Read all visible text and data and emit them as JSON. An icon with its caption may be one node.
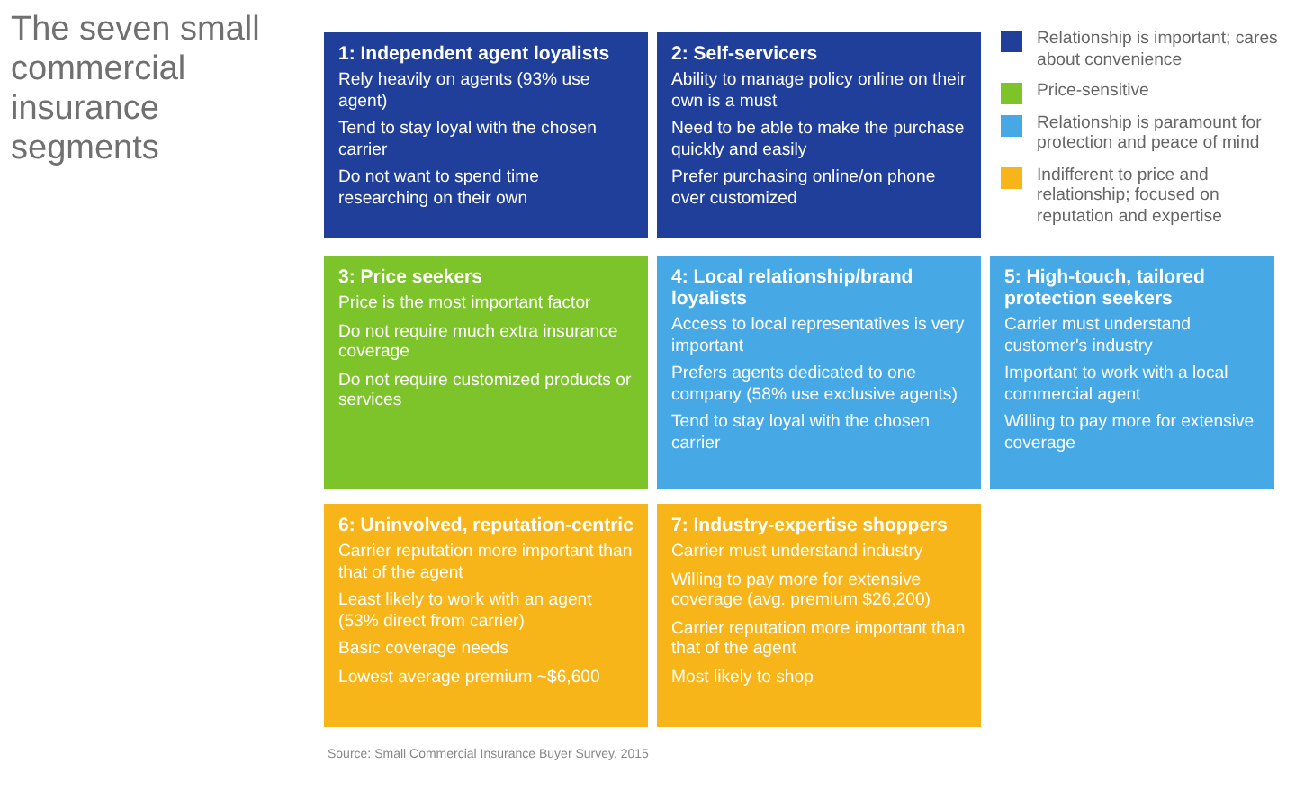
{
  "diagram": {
    "title": "The seven small commercial insurance segments",
    "caption": "Source: Small Commercial Insurance Buyer Survey, 2015",
    "nodes": [
      {
        "text": [
          "1: Independent agent loyalists",
          "Rely heavily on agents (93% use agent)",
          "Tend to stay loyal with the chosen carrier",
          "Do not want to spend time researching on their own"
        ]
      },
      {
        "text": [
          "2: Self-servicers",
          "Ability to manage policy online on their own is a must",
          "Need to be able to make the purchase quickly and easily",
          "Prefer purchasing online/on phone over customized"
        ]
      },
      {
        "text": [
          "3: Price seekers",
          "Price is the most important factor",
          "Do not require much extra insurance coverage",
          "Do not require customized products or services"
        ]
      },
      {
        "text": [
          "4: Local relationship/brand loyalists",
          "Access to local representatives is very important",
          "Prefers agents dedicated to one company (58% use exclusive agents)",
          "Tend to stay loyal with the chosen carrier"
        ]
      },
      {
        "text": [
          "5: High-touch, tailored protection seekers",
          "Carrier must understand customer's industry",
          "Important to work with a local commercial agent",
          "Willing to pay more for extensive coverage"
        ]
      },
      {
        "text": [
          "6: Uninvolved, reputation-centric",
          "Carrier reputation more important than that of the agent",
          "Least likely to work with an agent (53% direct from carrier)",
          "Basic coverage needs",
          "Lowest average premium ~$6,600"
        ]
      },
      {
        "text": [
          "7: Industry-expertise shoppers",
          "Carrier must understand industry",
          "Willing to pay more for extensive coverage (avg. premium $26,200)",
          "Carrier reputation more important than that of the agent",
          "Most likely to shop"
        ]
      }
    ],
    "legend": [
      {
        "text": "Relationship is important; cares about convenience",
        "color": "#1f3f9a"
      },
      {
        "text": "Price-sensitive",
        "color": "#7dc42a"
      },
      {
        "text": "Relationship is paramount for protection and peace of mind",
        "color": "#46a9e6"
      },
      {
        "text": "Indifferent to price and relationship; focused on reputation and expertise",
        "color": "#f7b519"
      }
    ]
  }
}
